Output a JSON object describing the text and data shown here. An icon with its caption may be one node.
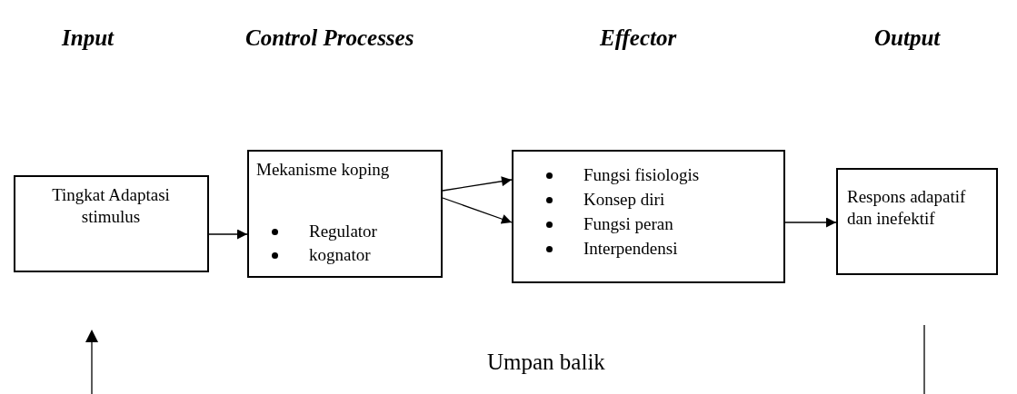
{
  "diagram": {
    "nodes": [
      {
        "text": [
          "Tingkat Adaptasi stimulus"
        ]
      },
      {
        "text": [
          "Mekanisme koping",
          "Regulator",
          "kognator"
        ]
      },
      {
        "text": [
          "Fungsi fisiologis",
          "Konsep diri",
          "Fungsi peran",
          "Interpendensi"
        ]
      },
      {
        "text": [
          "Respons adapatif dan inefektif"
        ]
      }
    ],
    "edges": [
      {
        "from": 0,
        "to": 1,
        "arrow": "to"
      },
      {
        "from": 1,
        "to": 2,
        "arrow": "to"
      },
      {
        "from": 1,
        "to": 2,
        "arrow": "to"
      },
      {
        "from": 2,
        "to": 3,
        "arrow": "to"
      }
    ],
    "labels": [
      "Input",
      "Control Processes",
      "Effector",
      "Output",
      "Umpan balik"
    ]
  }
}
